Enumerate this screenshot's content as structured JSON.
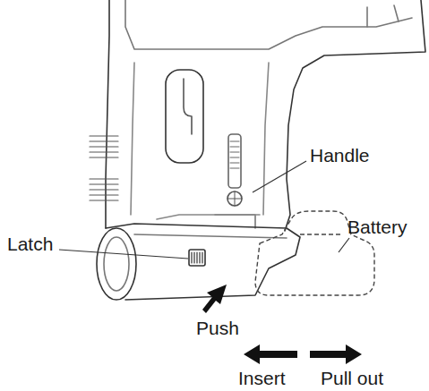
{
  "diagram": {
    "labels": [
      "Handle",
      "Battery",
      "Latch",
      "Push",
      "Insert",
      "Pull out"
    ]
  }
}
